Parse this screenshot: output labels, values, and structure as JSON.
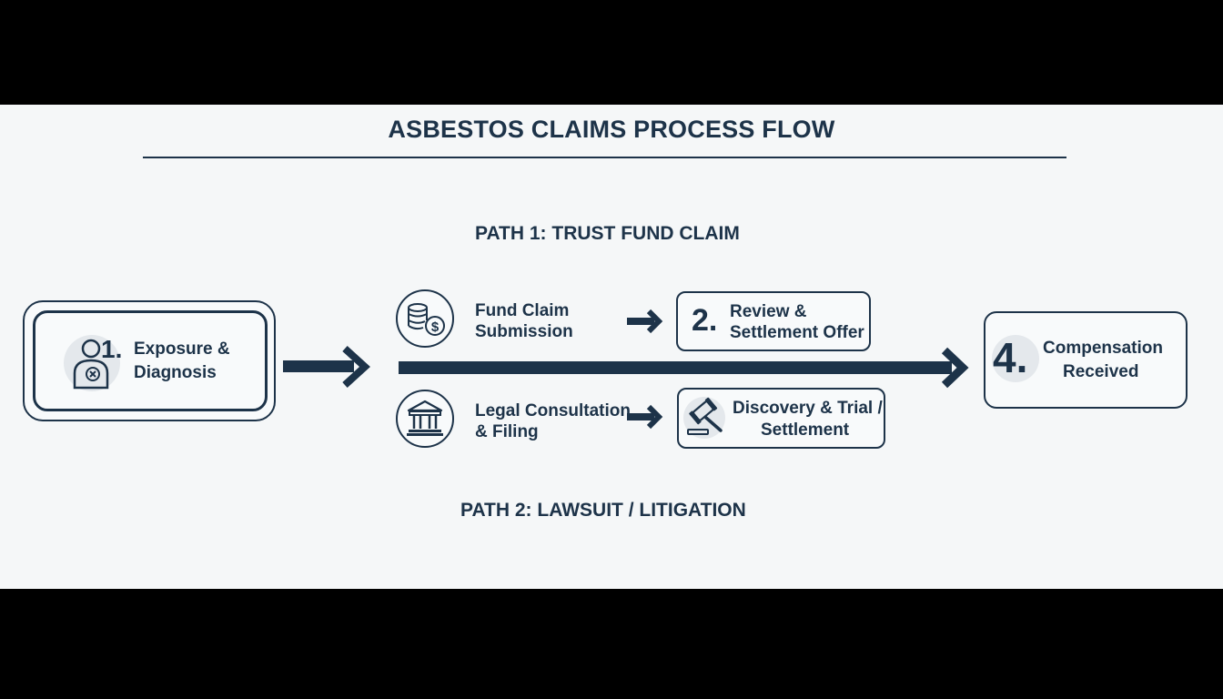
{
  "title": "ASBESTOS CLAIMS PROCESS FLOW",
  "paths": {
    "path1_label": "PATH 1: TRUST FUND CLAIM",
    "path2_label": "PATH 2: LAWSUIT / LITIGATION"
  },
  "steps": {
    "step1": {
      "number": "1.",
      "line1": "Exposure &",
      "line2": "Diagnosis",
      "icon": "person-diagnosis-icon"
    },
    "fund_claim": {
      "line1": "Fund Claim",
      "line2": "Submission",
      "icon": "coins-dollar-icon"
    },
    "step2": {
      "number": "2.",
      "line1": "Review &",
      "line2": "Settlement Offer"
    },
    "legal": {
      "line1": "Legal Consultation",
      "line2": "& Filing",
      "icon": "courthouse-icon"
    },
    "discovery": {
      "line1": "Discovery & Trial /",
      "line2": "Settlement",
      "icon": "gavel-icon"
    },
    "step4": {
      "number": "4.",
      "line1": "Compensation",
      "line2": "Received"
    }
  },
  "colors": {
    "navy": "#1d3349",
    "background": "#f5f7f8",
    "letterbox": "#000000"
  }
}
